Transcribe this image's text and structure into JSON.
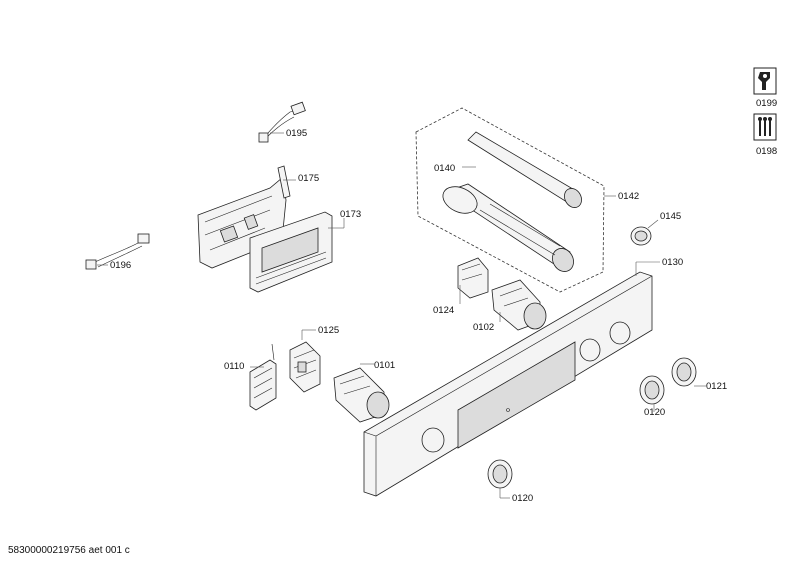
{
  "labels": {
    "p0195": "0195",
    "p0175": "0175",
    "p0173": "0173",
    "p0196": "0196",
    "p0140": "0140",
    "p0142": "0142",
    "p0145": "0145",
    "p0130": "0130",
    "p0124": "0124",
    "p0102": "0102",
    "p0125": "0125",
    "p0110": "0110",
    "p0101": "0101",
    "p0121": "0121",
    "p0120a": "0120",
    "p0120b": "0120"
  },
  "side_icons": {
    "service_label": "0199",
    "screws_label": "0198"
  },
  "footer": {
    "doc_id": "58300000219756 aet 001 c"
  }
}
